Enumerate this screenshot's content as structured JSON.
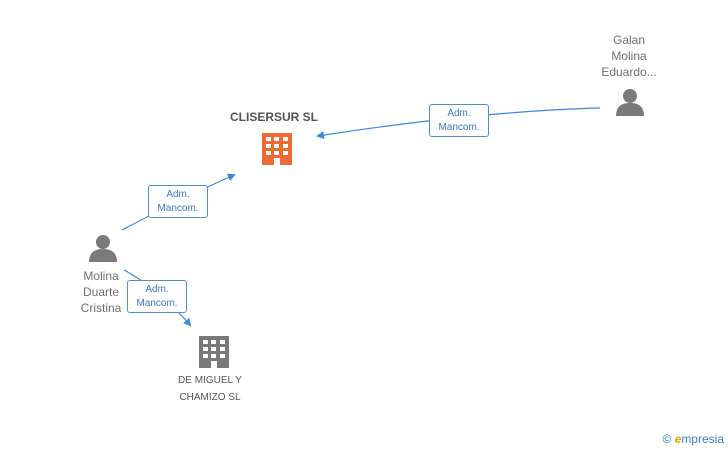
{
  "colors": {
    "focus_company": "#f06a35",
    "company": "#7a7a7a",
    "person": "#7a7a7a",
    "edge": "#3f88d8"
  },
  "nodes": {
    "clisersur": {
      "name": "CLISERSUR SL",
      "icon": "building-icon"
    },
    "demiguel": {
      "name_line1": "DE MIGUEL Y",
      "name_line2": "CHAMIZO SL",
      "icon": "building-icon"
    },
    "galan": {
      "line1": "Galan",
      "line2": "Molina",
      "line3": "Eduardo...",
      "icon": "person-icon"
    },
    "molina": {
      "line1": "Molina",
      "line2": "Duarte",
      "line3": "Cristina",
      "icon": "person-icon"
    }
  },
  "edges": {
    "galan_to_clisersur": {
      "line1": "Adm.",
      "line2": "Mancom."
    },
    "molina_to_clisersur": {
      "line1": "Adm.",
      "line2": "Mancom."
    },
    "molina_to_demiguel": {
      "line1": "Adm.",
      "line2": "Mancom."
    }
  },
  "footer": {
    "copyright": "©",
    "brand_initial": "e",
    "brand_rest": "mpresia"
  }
}
